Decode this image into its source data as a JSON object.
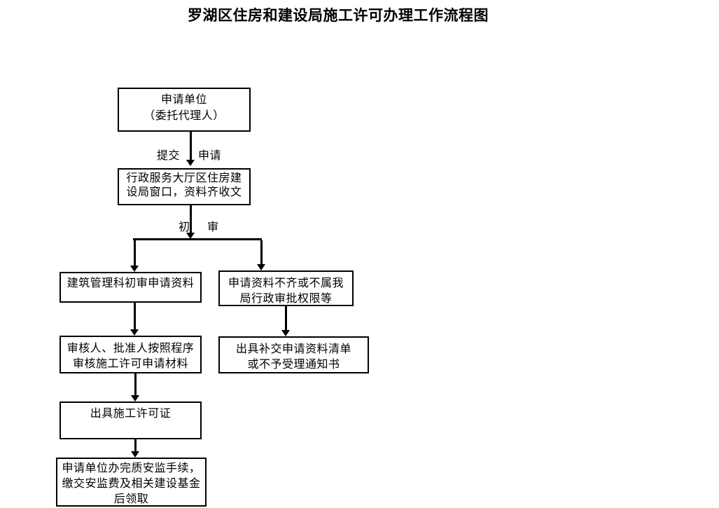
{
  "page": {
    "title": "罗湖区住房和建设局施工许可办理工作流程图",
    "background_color": "#ffffff",
    "line_color": "#000000",
    "text_color": "#000000"
  },
  "flowchart": {
    "nodes": [
      {
        "id": "applicant",
        "lines": [
          "申请单位",
          "（委托代理人）"
        ]
      },
      {
        "id": "service-window",
        "lines": [
          "行政服务大厅区住房建",
          "设局窗口，资料齐收文"
        ]
      },
      {
        "id": "building-mgmt-review",
        "lines": [
          "建筑管理科初审申请资料"
        ]
      },
      {
        "id": "materials-incomplete",
        "lines": [
          "申请资料不齐或不属我",
          "局行政审批权限等"
        ]
      },
      {
        "id": "reviewer-approver",
        "lines": [
          "审核人、批准人按照程序",
          "审核施工许可申请材料"
        ]
      },
      {
        "id": "supplement-notice",
        "lines": [
          "出具补交申请资料清单",
          "或不予受理通知书"
        ]
      },
      {
        "id": "issue-permit",
        "lines": [
          "出具施工许可证"
        ]
      },
      {
        "id": "collect-permit",
        "lines": [
          "申请单位办完质安监手续，",
          "缴交安监费及相关建设基金",
          "后领取"
        ]
      }
    ],
    "edge_labels": {
      "submit_left": "提交",
      "submit_right": "申请",
      "review_left": "初",
      "review_right": "审"
    }
  }
}
